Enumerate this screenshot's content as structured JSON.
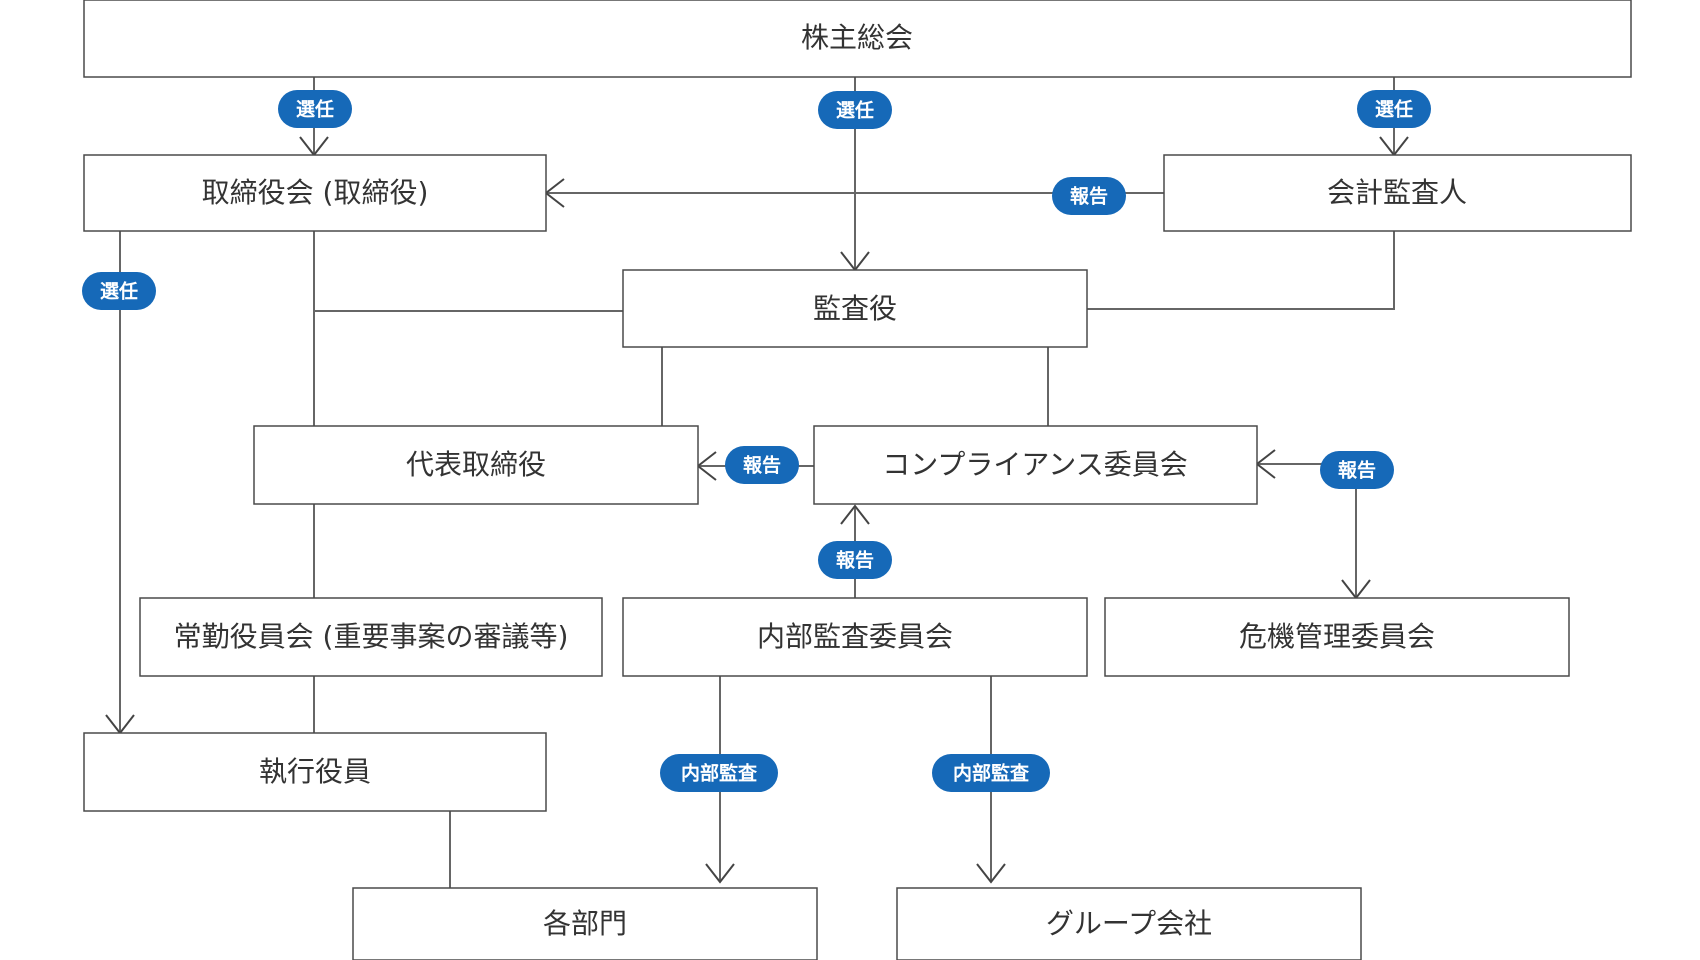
{
  "nodes": {
    "shareholders": "株主総会",
    "board": "取締役会 (取締役)",
    "auditor_external": "会計監査人",
    "audit_board": "監査役",
    "representative": "代表取締役",
    "compliance": "コンプライアンス委員会",
    "executive_committee": "常勤役員会 (重要事案の審議等)",
    "internal_audit": "内部監査委員会",
    "crisis_committee": "危機管理委員会",
    "officers": "執行役員",
    "departments": "各部門",
    "group_companies": "グループ会社"
  },
  "tags": {
    "elect_board": "選任",
    "elect_audit": "選任",
    "elect_accountant": "選任",
    "elect_officers": "選任",
    "report_accountant": "報告",
    "report_compliance": "報告",
    "report_crisis": "報告",
    "report_internal": "報告",
    "audit_departments": "内部監査",
    "audit_group": "内部監査"
  },
  "colors": {
    "tag": "#1669b8",
    "tag_text": "#ffffff",
    "border": "#4a4a4a",
    "line": "#666666"
  }
}
